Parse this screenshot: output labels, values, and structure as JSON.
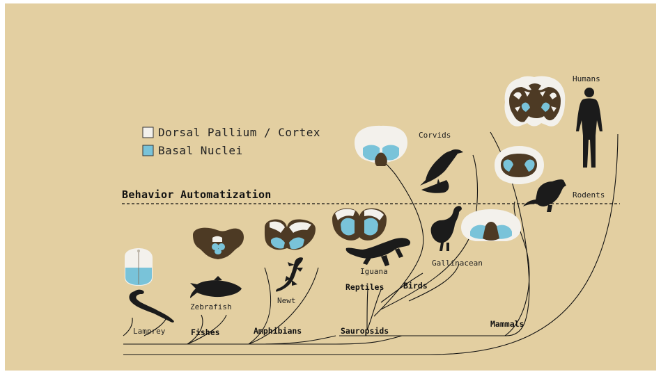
{
  "legend": {
    "dorsal_pallium": "Dorsal Pallium / Cortex",
    "basal_nuclei": "Basal Nuclei"
  },
  "title": "Behavior Automatization",
  "species": {
    "lamprey": "Lamprey",
    "zebrafish": "Zebrafish",
    "newt": "Newt",
    "iguana": "Iguana",
    "corvids": "Corvids",
    "gallinacean": "Gallinacean",
    "rodents": "Rodents",
    "humans": "Humans"
  },
  "groups": {
    "fishes": "Fishes",
    "amphibians": "Amphibians",
    "reptiles": "Reptiles",
    "birds": "Birds",
    "sauropsids": "Sauropsids",
    "mammals": "Mammals"
  },
  "colors": {
    "background": "#e3cfa1",
    "dorsal_pallium": "#f3f1ec",
    "basal_nuclei": "#79c3d9",
    "brain_tissue": "#4d3a24",
    "silhouette": "#1b1b1b"
  },
  "icons": [
    "lamprey-icon",
    "zebrafish-icon",
    "newt-icon",
    "iguana-icon",
    "crow-icon",
    "chicken-icon",
    "rat-icon",
    "human-icon"
  ]
}
